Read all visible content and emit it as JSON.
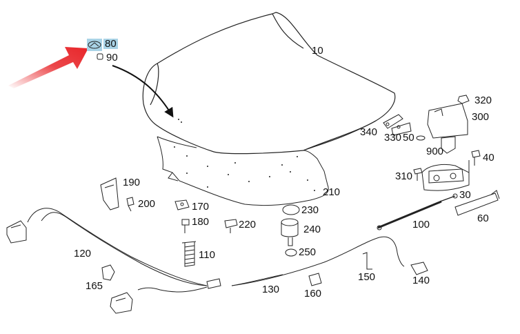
{
  "highlight_color": "#a9d3e6",
  "arrow_color": "#e8262a",
  "callouts": {
    "c10": "10",
    "c80": "80",
    "c90": "90",
    "c320": "320",
    "c300": "300",
    "c340": "340",
    "c330": "330",
    "c50": "50",
    "c900": "900",
    "c40": "40",
    "c310": "310",
    "c30": "30",
    "c60": "60",
    "c100": "100",
    "c190": "190",
    "c200": "200",
    "c170": "170",
    "c180": "180",
    "c220": "220",
    "c230": "230",
    "c240": "240",
    "c250": "250",
    "c210": "210",
    "c110": "110",
    "c120": "120",
    "c165": "165",
    "c130": "130",
    "c160": "160",
    "c150": "150",
    "c140": "140"
  }
}
